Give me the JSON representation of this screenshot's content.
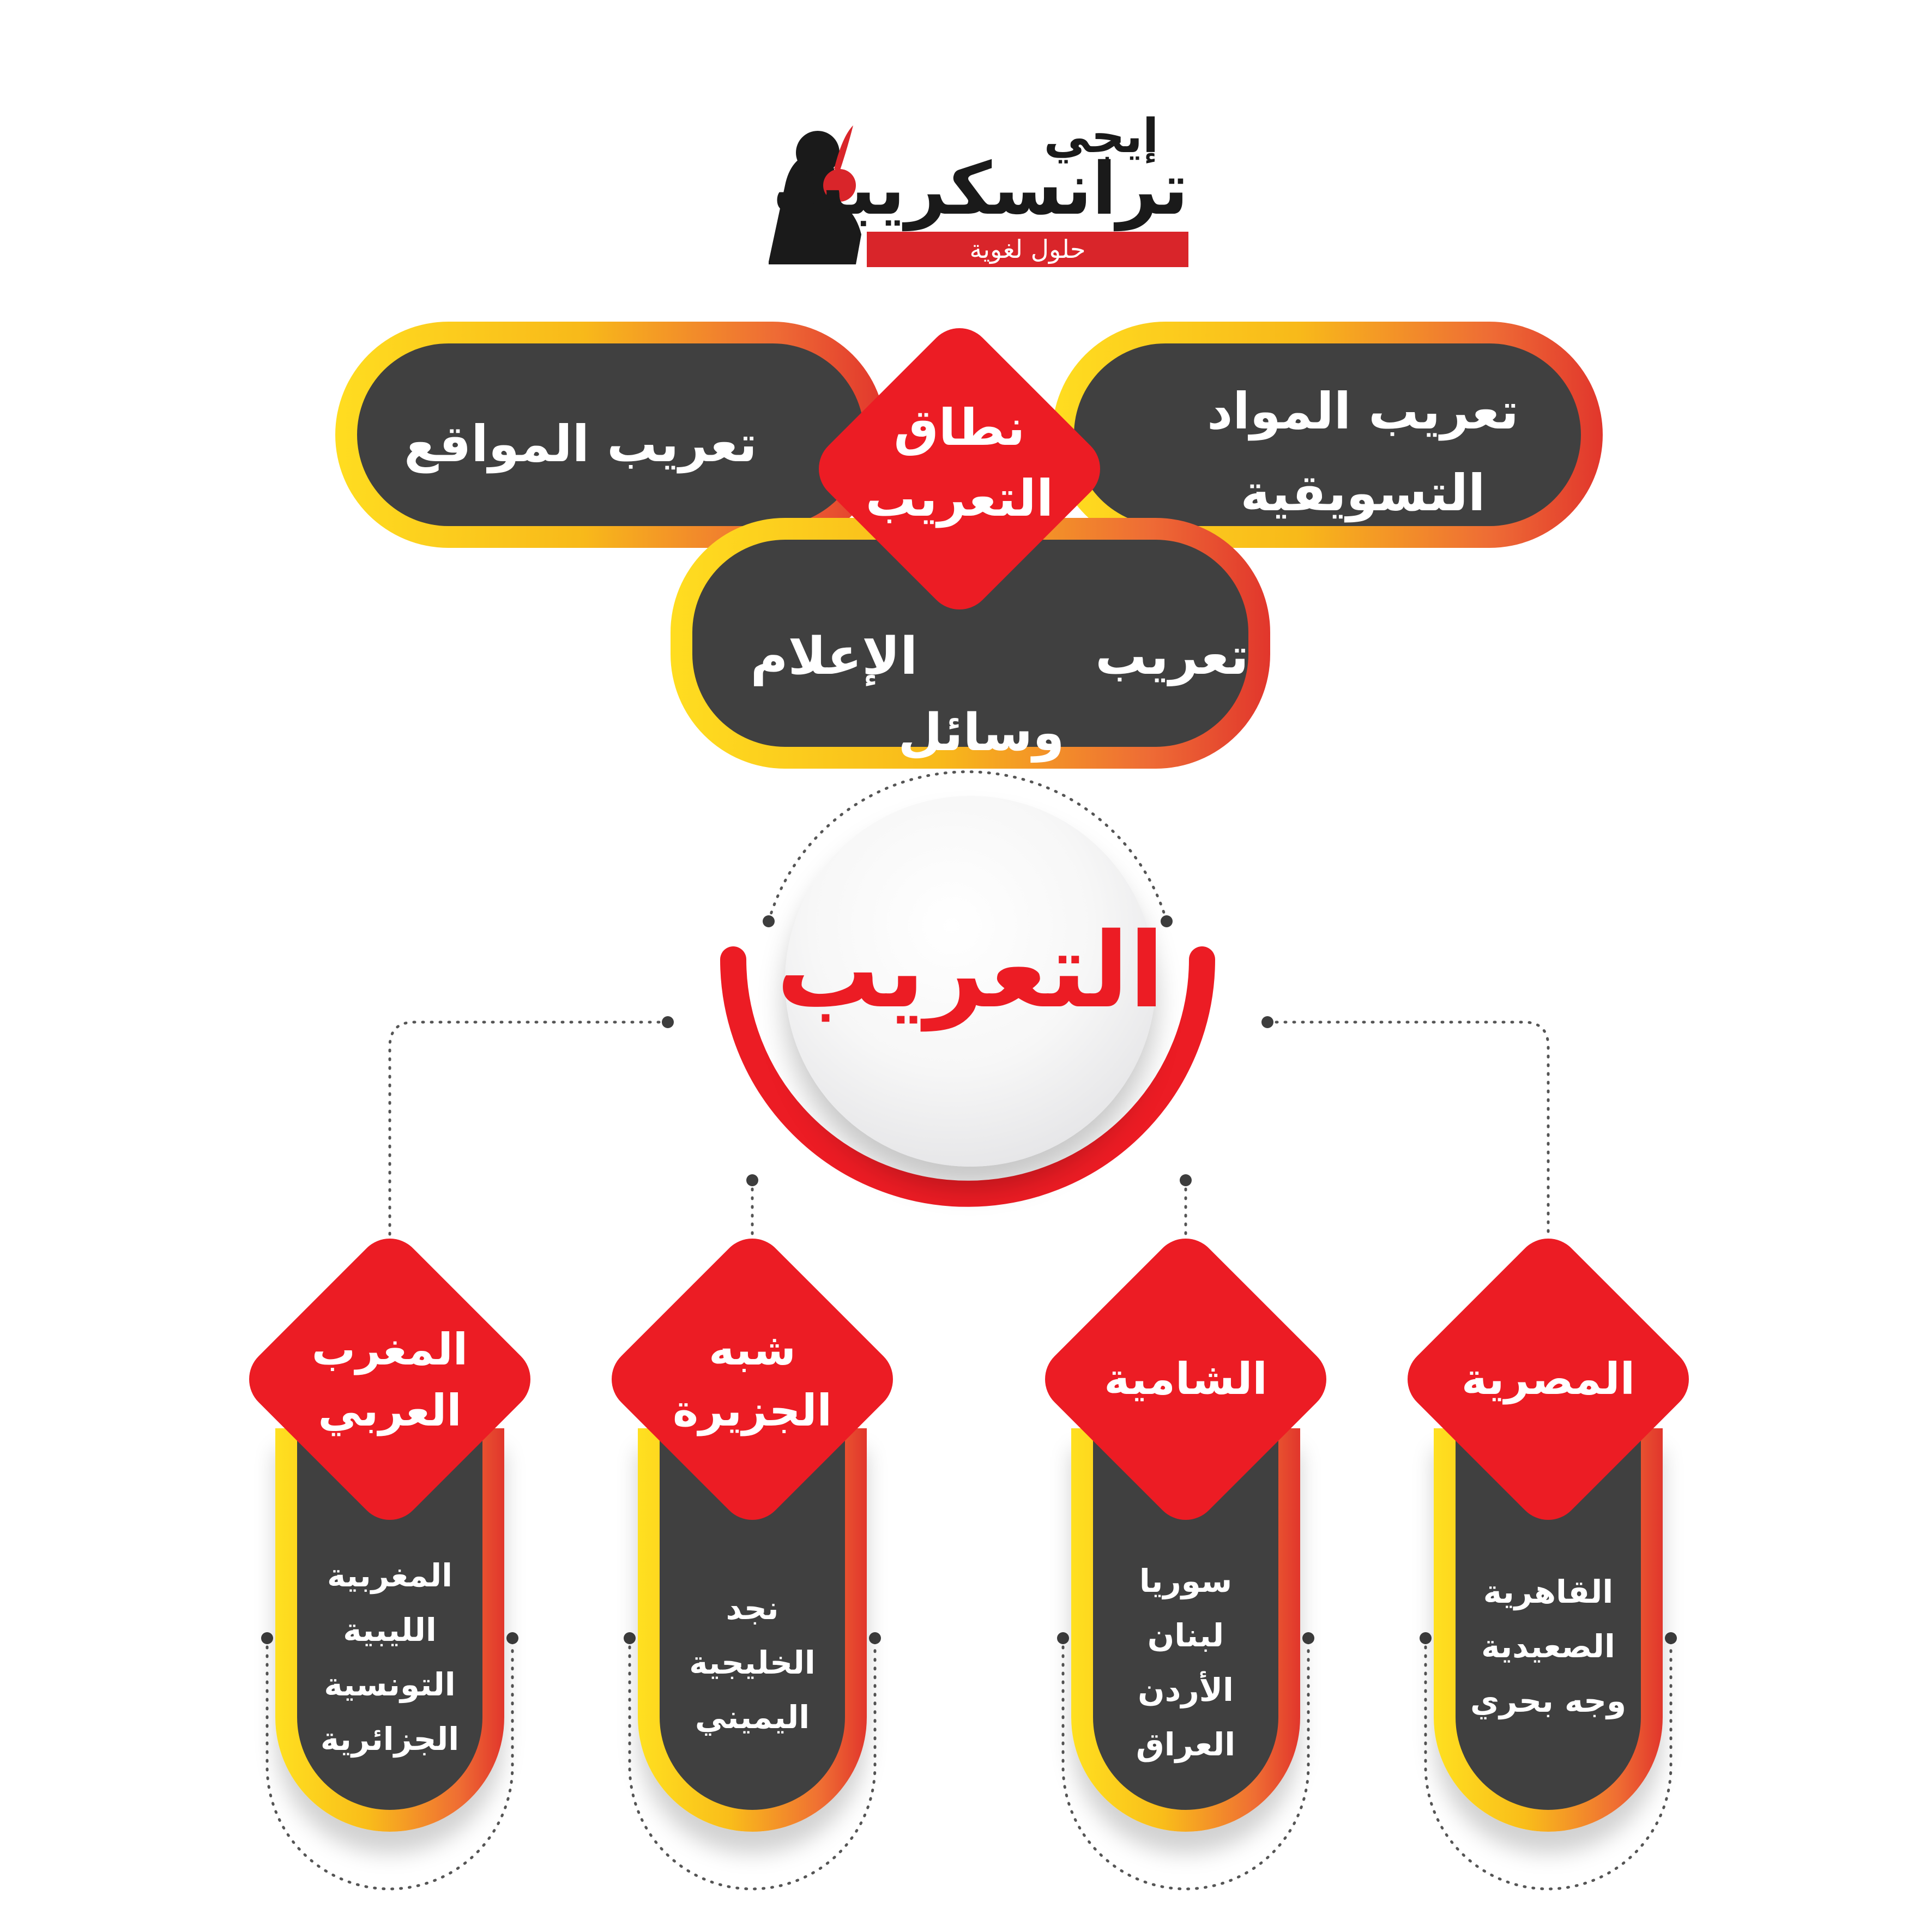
{
  "logo": {
    "top": "إيجي",
    "main": "ترانسكريبت",
    "tagline": "حلول لغوية"
  },
  "scope": {
    "center_label": "نطاق التعريب",
    "items": {
      "websites": "تعريب المواقع",
      "marketing": "تعريب المواد التسويقية",
      "media_part1": "تعريب",
      "media_part2": "الإعلام",
      "media_part3": "وسائل"
    }
  },
  "center": {
    "title": "التعريب"
  },
  "dialects": [
    {
      "title": "المغرب العربي",
      "items": [
        "المغربية",
        "الليبية",
        "التونسية",
        "الجزائرية"
      ]
    },
    {
      "title": "شبه الجزيرة",
      "items": [
        "نجد",
        "الخليجية",
        "اليميني"
      ]
    },
    {
      "title": "الشامية",
      "items": [
        "سوريا",
        "لبنان",
        "الأردن",
        "العراق"
      ]
    },
    {
      "title": "المصرية",
      "items": [
        "القاهرية",
        "الصعيدية",
        "وجه بحري"
      ]
    }
  ],
  "colors": {
    "red": "#ec1c24",
    "dark": "#404040",
    "yellow": "#ffdd20",
    "orange": "#ee6b35"
  }
}
